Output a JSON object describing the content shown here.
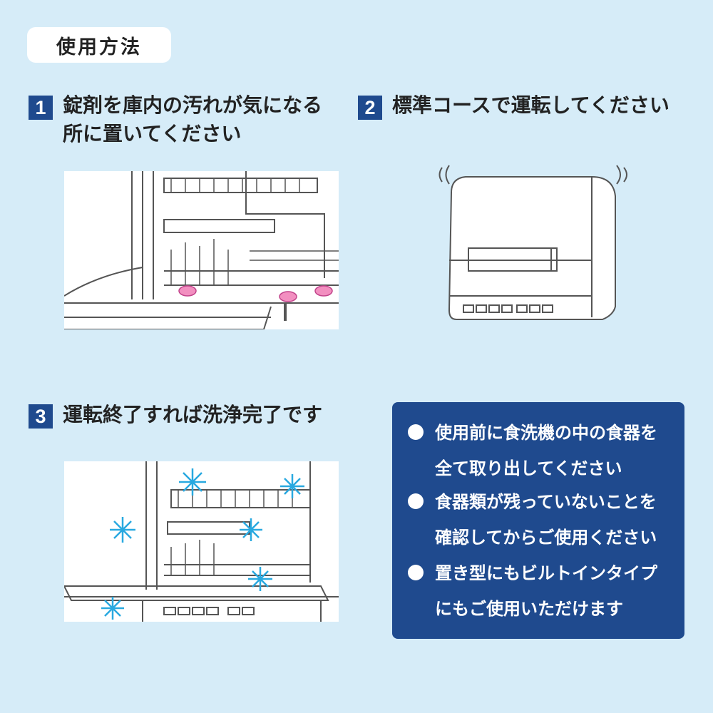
{
  "header": {
    "title": "使用方法"
  },
  "steps": [
    {
      "number": "1",
      "line1": "錠剤を庫内の汚れが気になる",
      "line2": "所に置いてください"
    },
    {
      "number": "2",
      "line1": "標準コースで運転してください"
    },
    {
      "number": "3",
      "line1": "運転終了すれば洗浄完了です"
    }
  ],
  "notice": {
    "items": [
      {
        "line1": "使用前に食洗機の中の食器を",
        "line2": "全て取り出してください"
      },
      {
        "line1": "食器類が残っていないことを",
        "line2": "確認してからご使用ください"
      },
      {
        "line1": "置き型にもビルトインタイプ",
        "line2": "にもご使用いただけます"
      }
    ]
  },
  "colors": {
    "background": "#d6ecf8",
    "badge": "#1f4a8e",
    "tablet": "#f28fc0",
    "sparkle": "#29a9e0"
  }
}
